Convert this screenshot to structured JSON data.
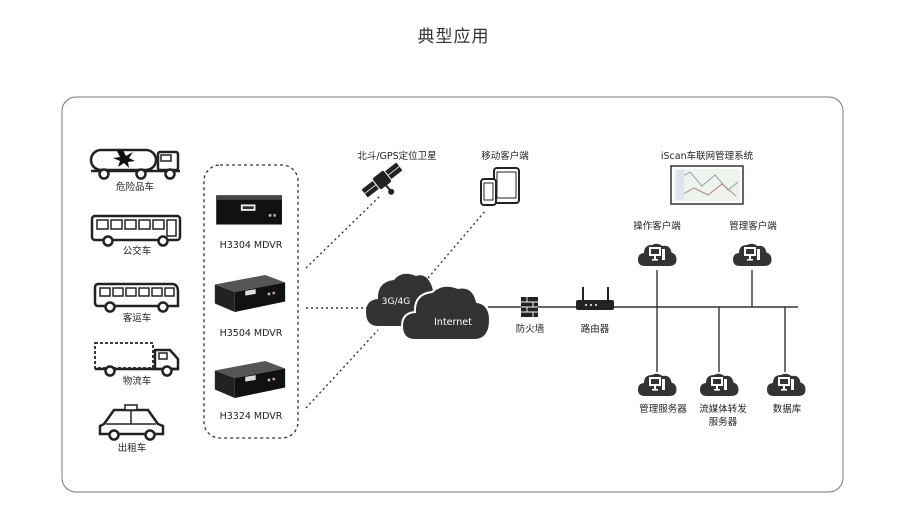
{
  "title": "典型应用",
  "vehicles": [
    {
      "label": "危险品车",
      "icon": "tanker-truck-icon"
    },
    {
      "label": "公交车",
      "icon": "bus-icon"
    },
    {
      "label": "客运车",
      "icon": "coach-icon"
    },
    {
      "label": "物流车",
      "icon": "box-truck-icon"
    },
    {
      "label": "出租车",
      "icon": "taxi-icon"
    }
  ],
  "devices": [
    {
      "label": "H3304 MDVR",
      "icon": "mdvr-device-icon"
    },
    {
      "label": "H3504 MDVR",
      "icon": "mdvr-device-icon"
    },
    {
      "label": "H3324 MDVR",
      "icon": "mdvr-device-icon"
    }
  ],
  "satellite": {
    "label": "北斗/GPS定位卫星",
    "icon": "satellite-icon"
  },
  "mobile_client": {
    "label": "移动客户端",
    "icon": "phone-tablet-icon"
  },
  "management_system": {
    "label": "iScan车联网管理系统",
    "icon": "map-screen-icon"
  },
  "cloud": {
    "network_label": "3G/4G",
    "internet_label": "Internet",
    "icon": "cloud-icon"
  },
  "firewall": {
    "label": "防火墙",
    "icon": "firewall-icon"
  },
  "router": {
    "label": "路由器",
    "icon": "router-icon"
  },
  "clients": [
    {
      "label": "操作客户端",
      "icon": "computer-cloud-icon"
    },
    {
      "label": "管理客户端",
      "icon": "computer-cloud-icon"
    }
  ],
  "servers": [
    {
      "label_lines": [
        "管理服务器"
      ],
      "icon": "server-cloud-icon"
    },
    {
      "label_lines": [
        "流媒体转发",
        "服务器"
      ],
      "icon": "server-cloud-icon"
    },
    {
      "label_lines": [
        "数据库"
      ],
      "icon": "server-cloud-icon"
    }
  ]
}
